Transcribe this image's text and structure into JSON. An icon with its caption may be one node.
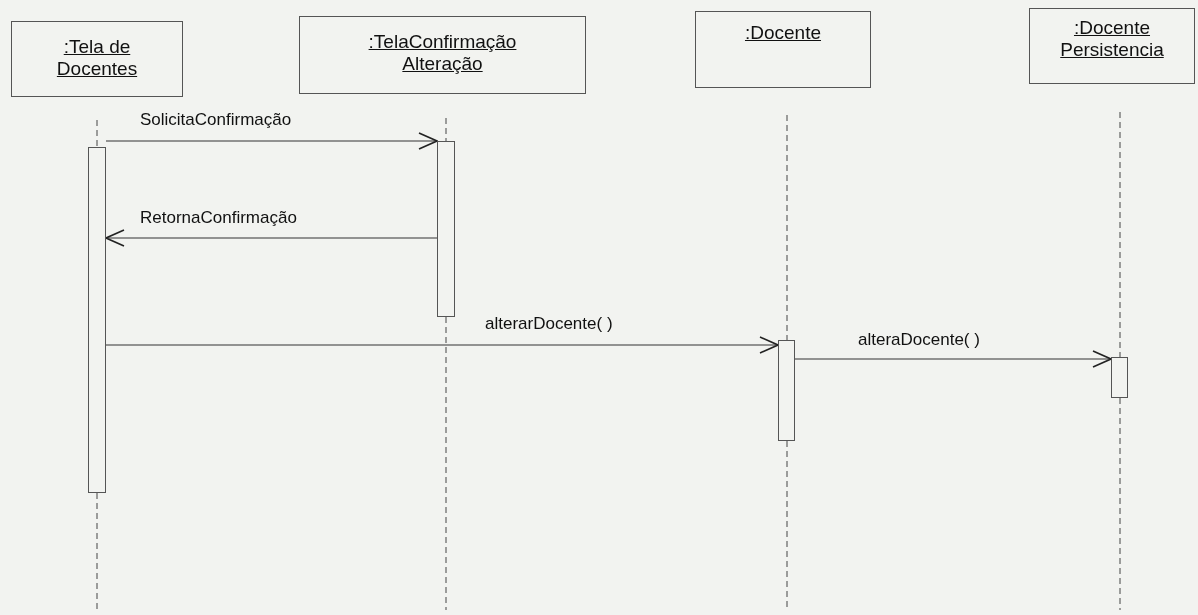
{
  "diagram": {
    "nodes": [
      {
        "text": [
          ":Tela de Docentes"
        ]
      },
      {
        "text": [
          ":TelaConfirmação Alteração"
        ]
      },
      {
        "text": [
          ":Docente"
        ]
      },
      {
        "text": [
          ":Docente Persistencia"
        ]
      },
      {
        "text": [],
        "shape": "bar"
      },
      {
        "text": [],
        "shape": "bar"
      },
      {
        "text": [],
        "shape": "bar"
      },
      {
        "text": [],
        "shape": "bar"
      }
    ],
    "edges": [
      {
        "from": 4,
        "to": 5,
        "arrow": "to",
        "label": "SolicitaConfirmação"
      },
      {
        "from": 5,
        "to": 4,
        "arrow": "to",
        "label": "RetornaConfirmação"
      },
      {
        "from": 4,
        "to": 6,
        "arrow": "to",
        "label": "alterarDocente( )"
      },
      {
        "from": 6,
        "to": 7,
        "arrow": "to",
        "label": "alteraDocente( )"
      }
    ]
  }
}
